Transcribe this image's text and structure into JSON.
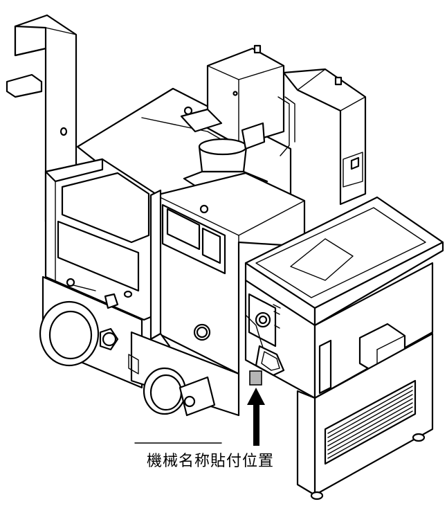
{
  "callout": {
    "label": "機械名称貼付位置",
    "marker_color": "#b5b5b5"
  },
  "icons": {
    "machine": "rice-polishing-machine-line-drawing",
    "arrow": "up-arrow-icon",
    "marker": "label-placement-marker"
  }
}
